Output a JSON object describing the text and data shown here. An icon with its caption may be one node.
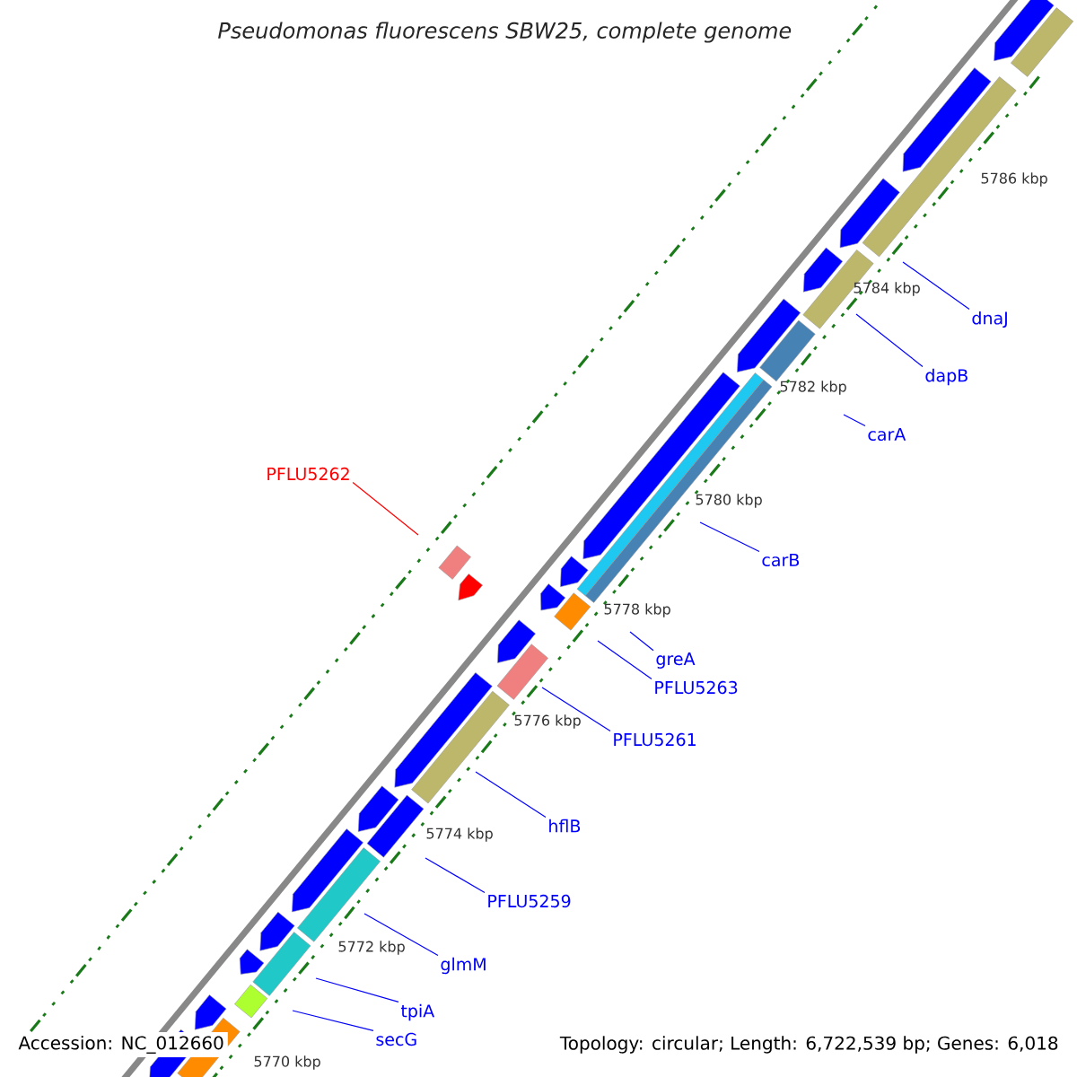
{
  "diagram": {
    "title": "Pseudomonas fluorescens SBW25, complete genome",
    "nodes": [
      {
        "text": [
          "dnaJ"
        ]
      },
      {
        "text": [
          "dapB"
        ]
      },
      {
        "text": [
          "carA"
        ]
      },
      {
        "text": [
          "PFLU5262"
        ]
      },
      {
        "text": [
          "carB"
        ]
      },
      {
        "text": [
          "greA"
        ]
      },
      {
        "text": [
          "PFLU5263"
        ]
      },
      {
        "text": [
          "PFLU5261"
        ]
      },
      {
        "text": [
          "hflB"
        ]
      },
      {
        "text": [
          "PFLU5259"
        ]
      },
      {
        "text": [
          "glmM"
        ]
      },
      {
        "text": [
          "tpiA"
        ]
      },
      {
        "text": [
          "secG"
        ]
      }
    ],
    "edges": [
      {
        "from": 0,
        "to": null,
        "arrow": "none"
      },
      {
        "from": 1,
        "to": null,
        "arrow": "none"
      },
      {
        "from": 2,
        "to": null,
        "arrow": "none"
      },
      {
        "from": 3,
        "to": null,
        "arrow": "none",
        "color": "#ff0000"
      },
      {
        "from": 4,
        "to": null,
        "arrow": "none"
      },
      {
        "from": 5,
        "to": null,
        "arrow": "none"
      },
      {
        "from": 6,
        "to": null,
        "arrow": "none"
      },
      {
        "from": 7,
        "to": null,
        "arrow": "none"
      },
      {
        "from": 8,
        "to": null,
        "arrow": "none"
      },
      {
        "from": 9,
        "to": null,
        "arrow": "none"
      },
      {
        "from": 10,
        "to": null,
        "arrow": "none"
      },
      {
        "from": 11,
        "to": null,
        "arrow": "none"
      },
      {
        "from": 12,
        "to": null,
        "arrow": "none"
      }
    ],
    "labels": [
      "5786 kbp",
      "5784 kbp",
      "5782 kbp",
      "5780 kbp",
      "5778 kbp",
      "5776 kbp",
      "5774 kbp",
      "5772 kbp",
      "5770 kbp",
      "Accession: NC_012660",
      "Topology: circular; Length: 6,722,539 bp; Genes: 6,018"
    ]
  }
}
